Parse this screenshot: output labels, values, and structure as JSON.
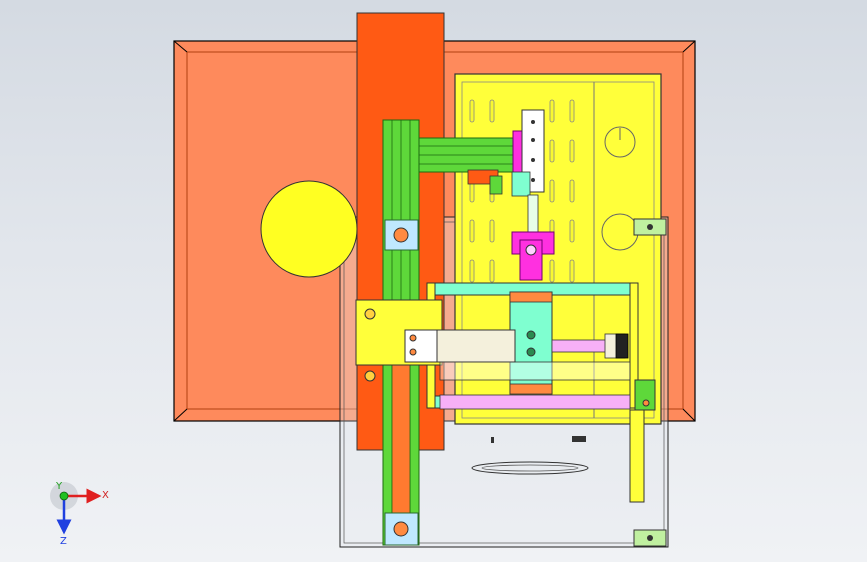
{
  "viewport": {
    "background_top": "#d4dae2",
    "background_bottom": "#f0f2f5"
  },
  "colors": {
    "base_plate": "#fe8a5c",
    "base_plate_edge": "#e06030",
    "column_orange": "#ff5a14",
    "tray_yellow": "#ffff3a",
    "circle_yellow": "#ffff22",
    "profile_green": "#5ed83a",
    "slider_magenta": "#ff30e0",
    "cyan_block": "#7fffd0",
    "cylinder_body": "#f4f0dc",
    "rod_pink": "#f7b0f7"
  },
  "triad": {
    "x_label": "X",
    "y_label": "Y",
    "z_label": "Z",
    "x_color": "#e02020",
    "y_color": "#20c020",
    "z_color": "#2040e0"
  }
}
